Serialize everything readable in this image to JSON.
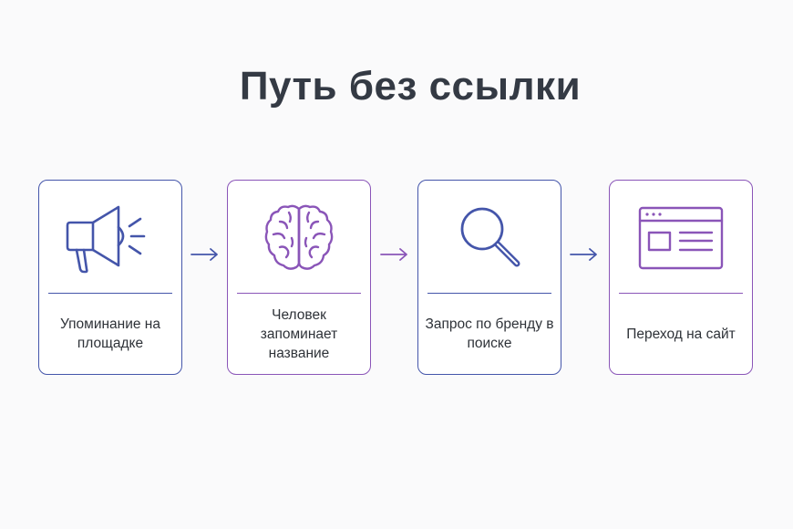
{
  "title": "Путь без ссылки",
  "steps": [
    {
      "label": "Упоминание на площадке",
      "icon": "megaphone-icon",
      "color": "#4455aa"
    },
    {
      "label": "Человек запоминает название",
      "icon": "brain-icon",
      "color": "#8a55b8"
    },
    {
      "label": "Запрос по бренду в поиске",
      "icon": "magnifier-icon",
      "color": "#4455aa"
    },
    {
      "label": "Переход на сайт",
      "icon": "website-window-icon",
      "color": "#8a55b8"
    }
  ],
  "colors": {
    "blue": "#4455aa",
    "purple": "#8a55b8",
    "title": "#343a44",
    "text": "#2e3238",
    "background": "#fafafb"
  }
}
